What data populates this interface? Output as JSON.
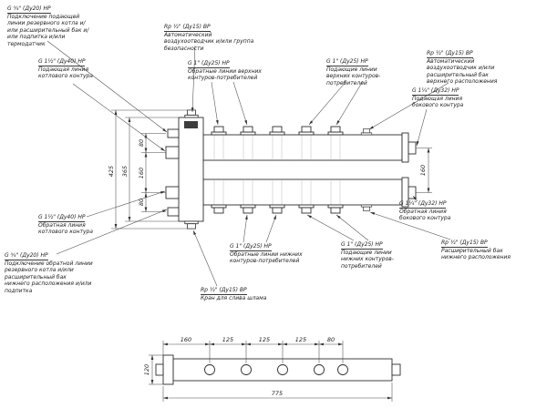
{
  "callouts": {
    "c1": {
      "size": "G ¾\" (Ду20) НР",
      "desc": "Подключение подающей линии резервного котла и/или расширительный бак и/или подпитка и/или термодатчик"
    },
    "c2": {
      "size": "G 1½\" (Ду40) НР",
      "desc": "Подающая линия котлового контура"
    },
    "c3": {
      "size": "Rp ½\" (Ду15) ВР",
      "desc": "Автоматический воздухоотводчик и/или группа безопасности"
    },
    "c4": {
      "size": "G 1\" (Ду25) НР",
      "desc": "Обратные линии верхних контуров-потребителей"
    },
    "c5": {
      "size": "G 1\" (Ду25) НР",
      "desc": "Подающие линии верхних контуров-потребителей"
    },
    "c6": {
      "size": "Rp ½\" (Ду15) ВР",
      "desc": "Автоматический воздухоотводчик и/или расширительный бак верхнего расположения"
    },
    "c7": {
      "size": "G 1¼\" (Ду32) НР",
      "desc": "Подающая линия бокового контура"
    },
    "c8": {
      "size": "G 1¼\" (Ду32) НР",
      "desc": "Обратная линия бокового контура"
    },
    "c9": {
      "size": "G 1½\" (Ду40) НР",
      "desc": "Обратная линия котлового контура"
    },
    "c10": {
      "size": "G ¾\" (Ду20) НР",
      "desc": "Подключение обратной линии резервного котла и/или расширительный бак нижнего расположения и/или подпитка"
    },
    "c11": {
      "size": "G 1\" (Ду25) НР",
      "desc": "Обратные линии нижних контуров-потребителей"
    },
    "c12": {
      "size": "G 1\" (Ду25) НР",
      "desc": "Подающие линии нижних контуров-потребителей"
    },
    "c13": {
      "size": "Rp ½\" (Ду15) ВР",
      "desc": "Кран для слива шлама"
    },
    "c14": {
      "size": "Rp ½\" (Ду15) ВР",
      "desc": "Расширительный бак нижнего расположения"
    }
  },
  "dimensions": {
    "front_left_outer": "425",
    "front_left_mid": "365",
    "front_left_chain": [
      "80",
      "160",
      "80"
    ],
    "front_right": "160",
    "plan_top_chain": [
      "160",
      "125",
      "125",
      "125",
      "80"
    ],
    "plan_total": "775",
    "plan_height": "120"
  }
}
